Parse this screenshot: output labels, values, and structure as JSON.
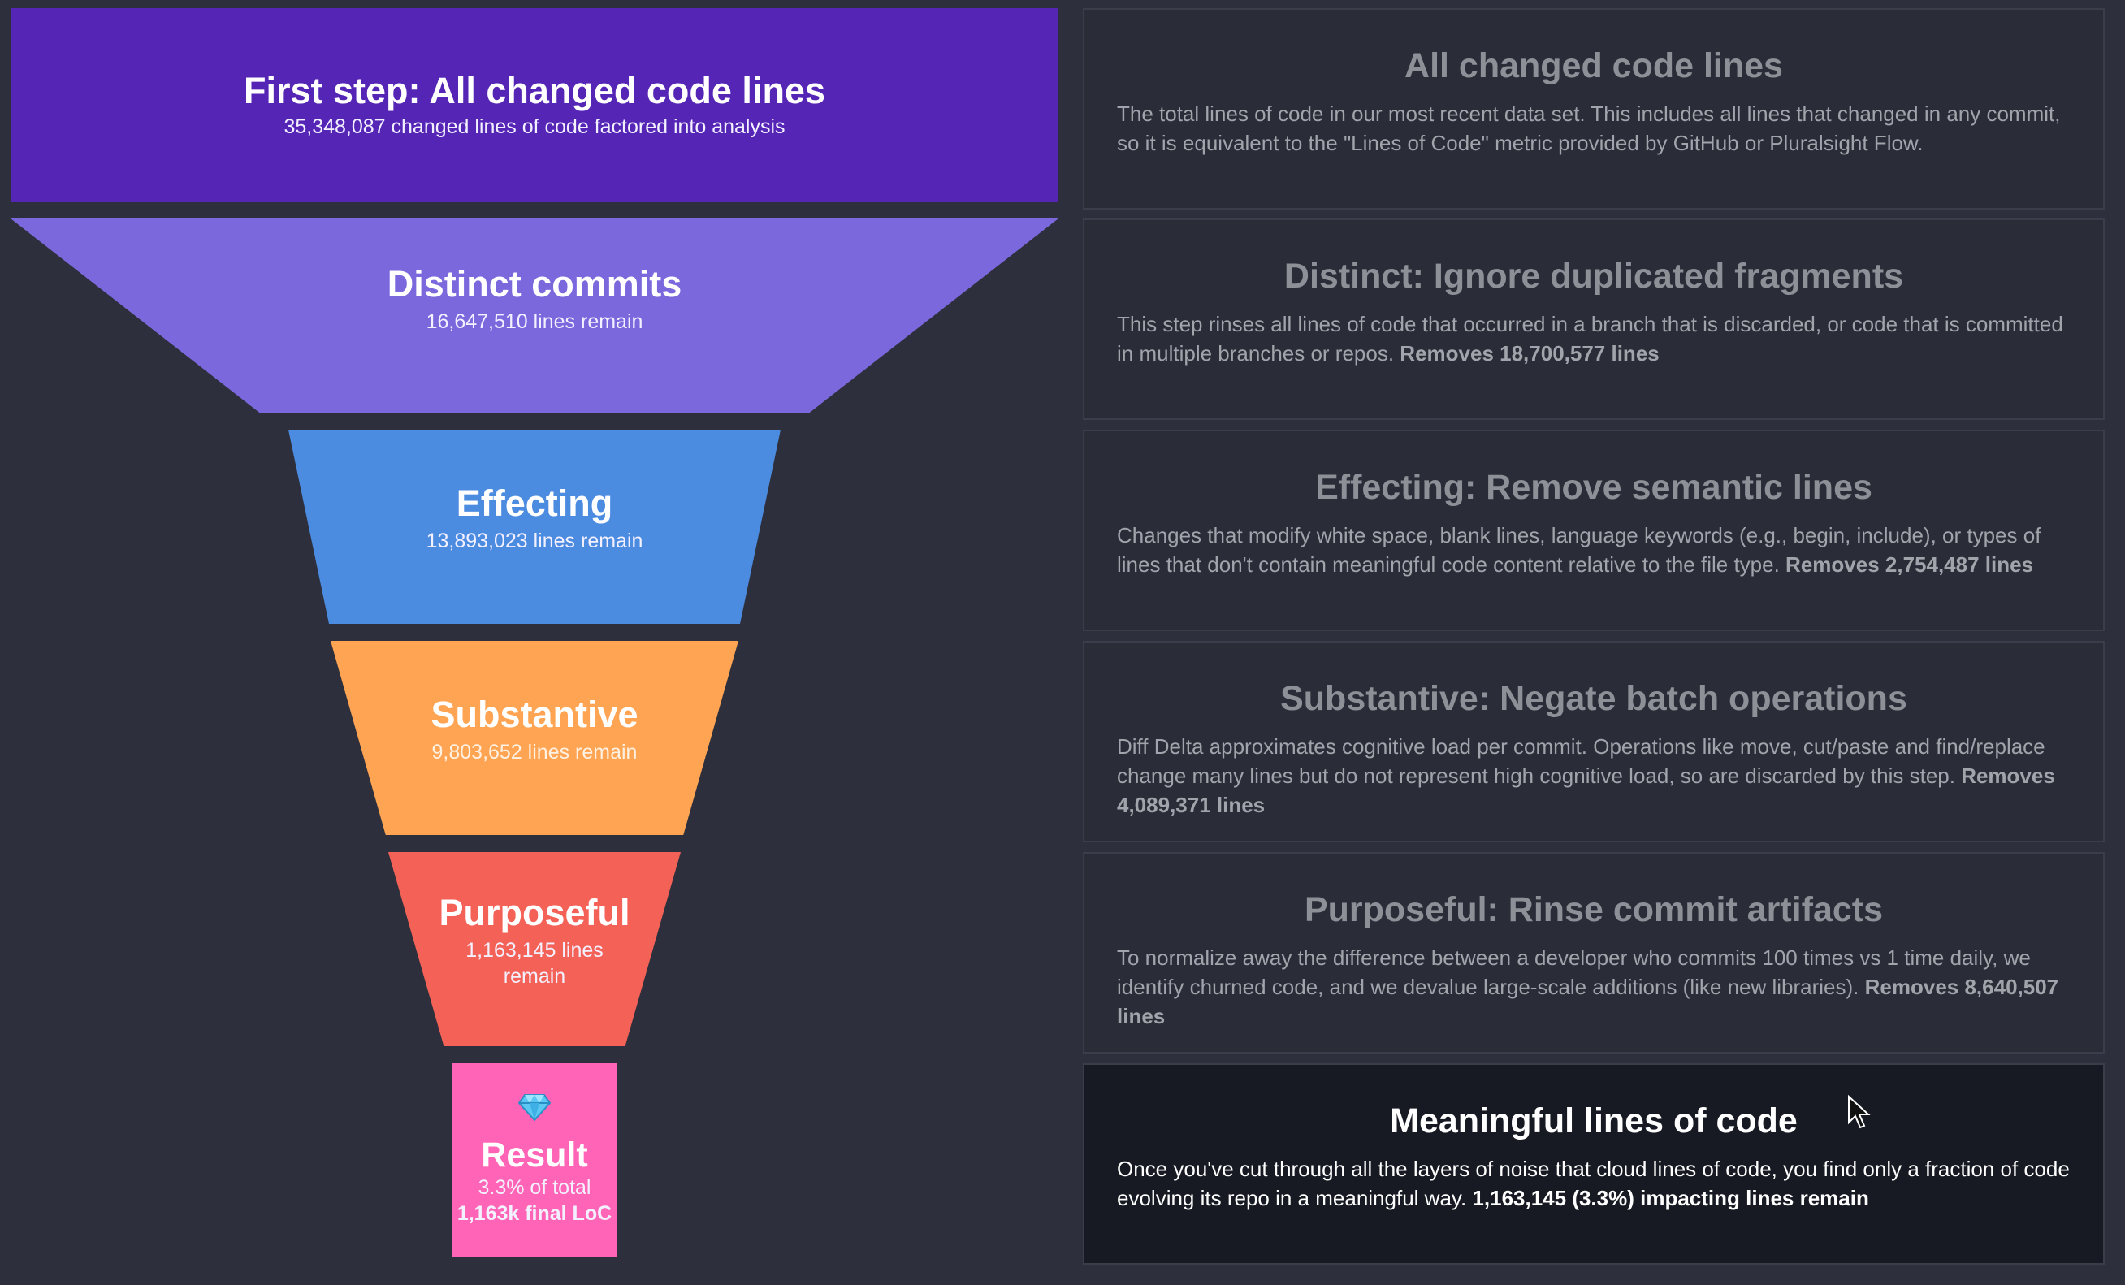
{
  "funnel": [
    {
      "title": "First step: All changed code lines",
      "sub": "35,348,087 changed lines of code factored into analysis",
      "color": "#5525b6"
    },
    {
      "title": "Distinct commits",
      "sub": "16,647,510 lines remain",
      "color": "#7b68dd"
    },
    {
      "title": "Effecting",
      "sub": "13,893,023 lines remain",
      "color": "#4b8be0"
    },
    {
      "title": "Substantive",
      "sub": "9,803,652 lines remain",
      "color": "#ffa452"
    },
    {
      "title": "Purposeful",
      "sub": "1,163,145 lines remain",
      "color": "#f46257"
    },
    {
      "title": "Result",
      "icon": "gem-icon",
      "sub1": "3.3% of total",
      "sub2": "1,163k final LoC",
      "color": "#ff64b6"
    }
  ],
  "panels": [
    {
      "title": "All changed code lines",
      "text": "The total lines of code in our most recent data set. This includes all lines that changed in any commit, so it is equivalent to the \"Lines of Code\" metric provided by GitHub or Pluralsight Flow.",
      "bold": ""
    },
    {
      "title": "Distinct: Ignore duplicated fragments",
      "text": "This step rinses all lines of code that occurred in a branch that is discarded, or code that is committed in multiple branches or repos. ",
      "bold": "Removes 18,700,577 lines"
    },
    {
      "title": "Effecting: Remove semantic lines",
      "text": "Changes that modify white space, blank lines, language keywords (e.g., begin, include), or types of lines that don't contain meaningful code content relative to the file type. ",
      "bold": "Removes 2,754,487 lines"
    },
    {
      "title": "Substantive: Negate batch operations",
      "text": "Diff Delta approximates cognitive load per commit. Operations like move, cut/paste and find/replace change many lines but do not represent high cognitive load, so are discarded by this step. ",
      "bold": "Removes 4,089,371 lines"
    },
    {
      "title": "Purposeful: Rinse commit artifacts",
      "text": "To normalize away the difference between a developer who commits 100 times vs 1 time daily, we identify churned code, and we devalue large-scale additions (like new libraries). ",
      "bold": "Removes 8,640,507 lines"
    },
    {
      "title": "Meaningful lines of code",
      "text": "Once you've cut through all the layers of noise that cloud lines of code, you find only a fraction of code evolving its repo in a meaningful way. ",
      "bold": "1,163,145 (3.3%) impacting lines remain"
    }
  ],
  "cursor": {
    "icon": "mouse-pointer-icon"
  }
}
